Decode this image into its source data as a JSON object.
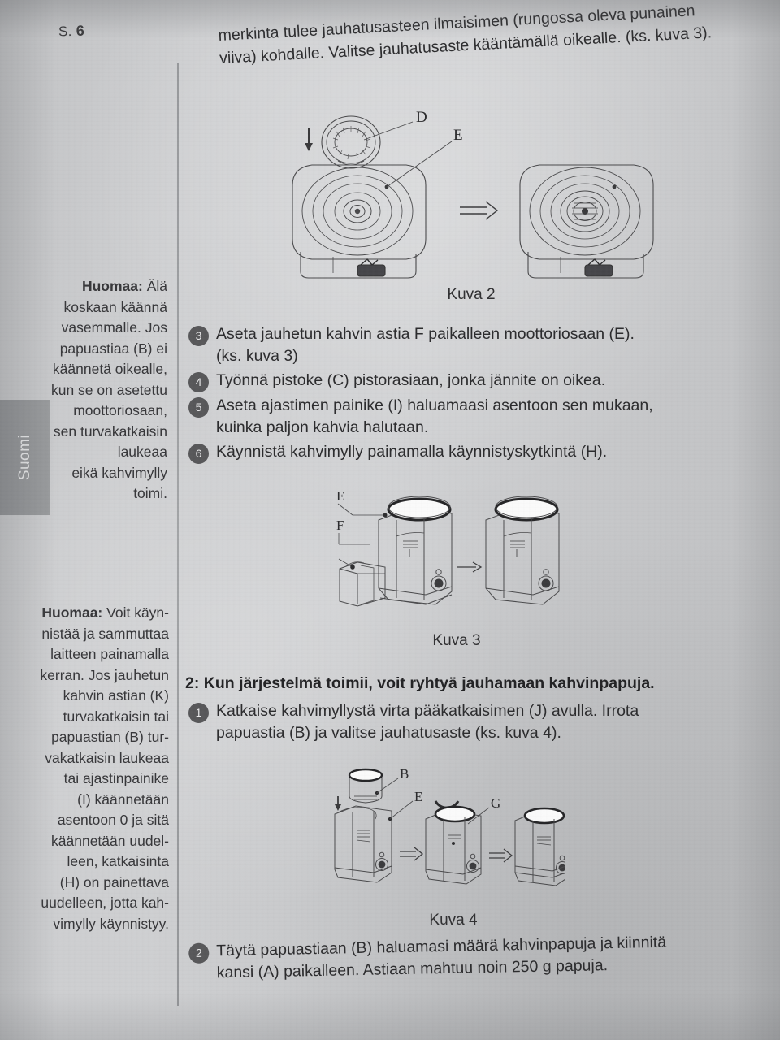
{
  "page": {
    "label_prefix": "S.",
    "number": "6",
    "language_tab": "Suomi"
  },
  "top_paragraph": {
    "line1": "merkinta tulee jauhatusasteen ilmaisimen (rungossa oleva punainen",
    "line2": "viiva) kohdalle. Valitse jauhatusaste kääntämällä oikealle. (ks. kuva 3)."
  },
  "figures": [
    {
      "caption": "Kuva 2",
      "labels": [
        "D",
        "E"
      ]
    },
    {
      "caption": "Kuva 3",
      "labels": [
        "E",
        "F"
      ]
    },
    {
      "caption": "Kuva 4",
      "labels": [
        "B",
        "E",
        "G"
      ]
    }
  ],
  "steps_group_1": [
    {
      "number": "3",
      "lines": [
        "Aseta jauhetun kahvin astia F paikalleen moottoriosaan (E).",
        "(ks. kuva 3)"
      ]
    },
    {
      "number": "4",
      "lines": [
        "Työnnä pistoke (C) pistorasiaan, jonka jännite on oikea."
      ]
    },
    {
      "number": "5",
      "lines": [
        "Aseta ajastimen painike (I) haluamaasi asentoon sen mukaan,",
        "kuinka paljon kahvia halutaan."
      ]
    },
    {
      "number": "6",
      "lines": [
        "Käynnistä kahvimylly painamalla käynnistyskytkintä (H)."
      ]
    }
  ],
  "section_heading": "2: Kun järjestelmä toimii, voit ryhtyä jauhamaan kahvinpapuja.",
  "steps_group_2": [
    {
      "number": "1",
      "lines": [
        "Katkaise kahvimyllystä virta pääkatkaisimen (J) avulla. Irrota",
        "papuastia (B) ja valitse jauhatusaste (ks. kuva 4)."
      ]
    }
  ],
  "steps_group_3": [
    {
      "number": "2",
      "lines": [
        "Täytä papuastiaan (B) haluamasi määrä kahvinpapuja ja kiinnitä",
        "kansi (A) paikalleen. Astiaan mahtuu noin 250 g papuja."
      ]
    }
  ],
  "side_notes": [
    {
      "label": "Huomaa:",
      "lines": [
        "Älä",
        "koskaan käännä",
        "vasemmalle. Jos",
        "papuastiaa (B) ei",
        "käännetä oikealle,",
        "kun se on asetettu",
        "moottoriosaan,",
        "sen turvakatkaisin",
        "laukeaa",
        "eikä kahvimylly",
        "toimi."
      ]
    },
    {
      "label": "Huomaa:",
      "lines": [
        "Voit käyn-",
        "nistää ja sammuttaa",
        "laitteen painamalla",
        "kerran. Jos jauhetun",
        "kahvin astian (K)",
        "turvakatkaisin tai",
        "papuastian (B) tur-",
        "vakatkaisin laukeaa",
        "tai ajastinpainike",
        "(I) käännetään",
        "asentoon 0 ja sitä",
        "käännetään uudel-",
        "leen, katkaisinta",
        "(H) on painettava",
        "uudelleen, jotta kah-",
        "vimylly käynnistyy."
      ]
    }
  ],
  "colors": {
    "paper": "#c9cacb",
    "ink": "#2b2b2d",
    "bullet": "#58585a",
    "tab": "#94969a",
    "rule": "#8e9093"
  }
}
